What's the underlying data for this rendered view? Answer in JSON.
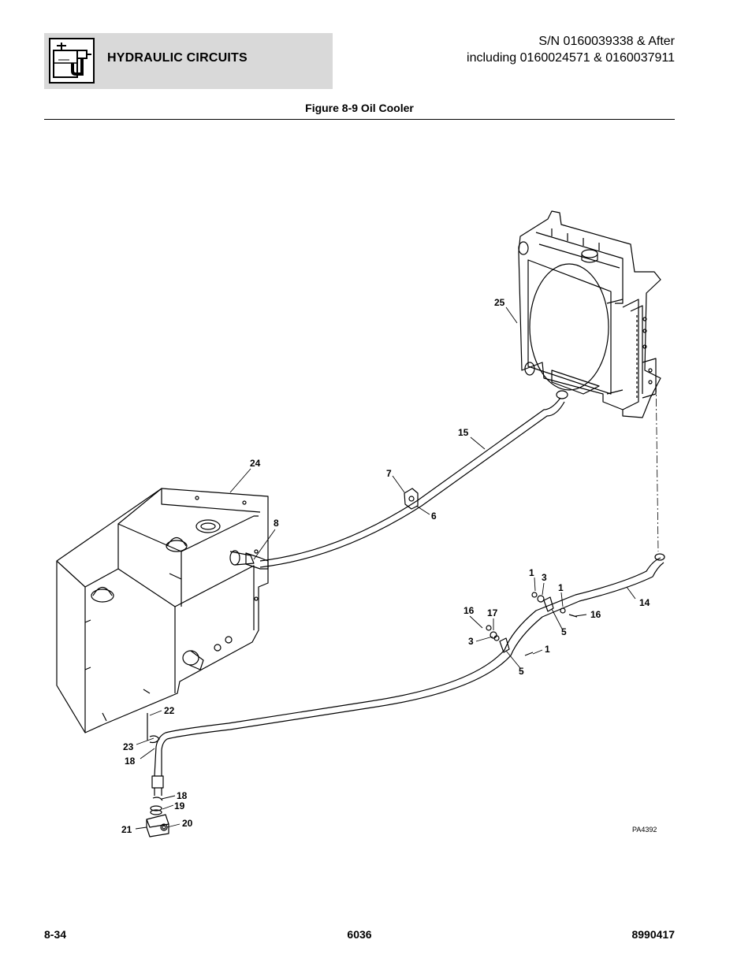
{
  "header": {
    "section_title": "HYDRAULIC CIRCUITS",
    "serial_line1": "S/N 0160039338 & After",
    "serial_line2": "including 0160024571 & 0160037911"
  },
  "figure": {
    "title": "Figure 8-9 Oil Cooler",
    "ref": "PA4392",
    "callouts": [
      {
        "id": "c25",
        "label": "25"
      },
      {
        "id": "c15",
        "label": "15"
      },
      {
        "id": "c24",
        "label": "24"
      },
      {
        "id": "c7",
        "label": "7"
      },
      {
        "id": "c6",
        "label": "6"
      },
      {
        "id": "c8",
        "label": "8"
      },
      {
        "id": "c1a",
        "label": "1"
      },
      {
        "id": "c3a",
        "label": "3"
      },
      {
        "id": "c1b",
        "label": "1"
      },
      {
        "id": "c14",
        "label": "14"
      },
      {
        "id": "c16a",
        "label": "16"
      },
      {
        "id": "c17",
        "label": "17"
      },
      {
        "id": "c16b",
        "label": "16"
      },
      {
        "id": "c5a",
        "label": "5"
      },
      {
        "id": "c3b",
        "label": "3"
      },
      {
        "id": "c1c",
        "label": "1"
      },
      {
        "id": "c5b",
        "label": "5"
      },
      {
        "id": "c22",
        "label": "22"
      },
      {
        "id": "c23",
        "label": "23"
      },
      {
        "id": "c18a",
        "label": "18"
      },
      {
        "id": "c18b",
        "label": "18"
      },
      {
        "id": "c19",
        "label": "19"
      },
      {
        "id": "c20",
        "label": "20"
      },
      {
        "id": "c21",
        "label": "21"
      }
    ]
  },
  "footer": {
    "page_number": "8-34",
    "model": "6036",
    "doc_number": "8990417"
  }
}
